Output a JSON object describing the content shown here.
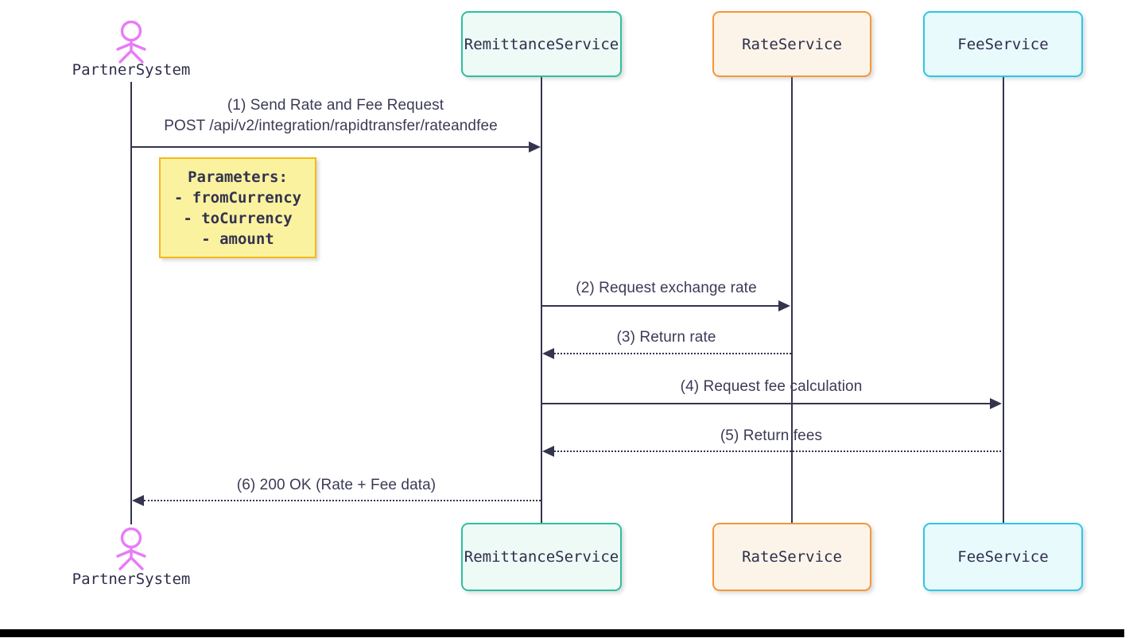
{
  "participants": [
    {
      "id": "partner",
      "label": "PartnerSystem",
      "type": "actor",
      "color": "#e87bf8"
    },
    {
      "id": "remittance",
      "label": "RemittanceService",
      "type": "participant",
      "border": "#2fbf9c",
      "fill": "#edfaf5"
    },
    {
      "id": "rate",
      "label": "RateService",
      "type": "participant",
      "border": "#f59638",
      "fill": "#fdf4e9"
    },
    {
      "id": "fee",
      "label": "FeeService",
      "type": "participant",
      "border": "#29c8e8",
      "fill": "#e9fafd"
    }
  ],
  "messages": [
    {
      "seq": 1,
      "from": "partner",
      "to": "remittance",
      "style": "solid",
      "text": "(1) Send Rate and Fee Request",
      "text2": "POST /api/v2/integration/rapidtransfer/rateandfee"
    },
    {
      "seq": 2,
      "from": "remittance",
      "to": "rate",
      "style": "solid",
      "text": "(2) Request exchange rate"
    },
    {
      "seq": 3,
      "from": "rate",
      "to": "remittance",
      "style": "dotted",
      "text": "(3) Return rate"
    },
    {
      "seq": 4,
      "from": "remittance",
      "to": "fee",
      "style": "solid",
      "text": "(4) Request fee calculation"
    },
    {
      "seq": 5,
      "from": "fee",
      "to": "remittance",
      "style": "dotted",
      "text": "(5) Return fees"
    },
    {
      "seq": 6,
      "from": "remittance",
      "to": "partner",
      "style": "dotted",
      "text": "(6) 200 OK (Rate + Fee data)"
    }
  ],
  "note": {
    "over": "partner",
    "lines": [
      "Parameters:",
      "- fromCurrency",
      "- toCurrency",
      "- amount"
    ],
    "border_color": "#f5b91a",
    "fill_color": "#fbf2a0"
  },
  "colors": {
    "line_dark": "#34344f",
    "actor_magenta": "#e87bf8",
    "background": "#ffffff",
    "bottom_bar": "#000000"
  }
}
